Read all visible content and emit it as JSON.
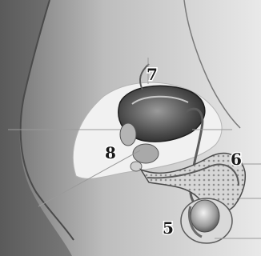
{
  "diagram": {
    "labels": [
      {
        "id": "label-7",
        "text": "7"
      },
      {
        "id": "label-8",
        "text": "8"
      },
      {
        "id": "label-6",
        "text": "6"
      },
      {
        "id": "label-5",
        "text": "5"
      }
    ],
    "colors": {
      "skin_dark": "#6f6f6f",
      "skin_mid": "#b9b9b9",
      "skin_light": "#e4e4e4",
      "organ_dark": "#3c3c3c",
      "organ_mid": "#8c8c8c",
      "leader_line": "#9a9a9a"
    }
  }
}
